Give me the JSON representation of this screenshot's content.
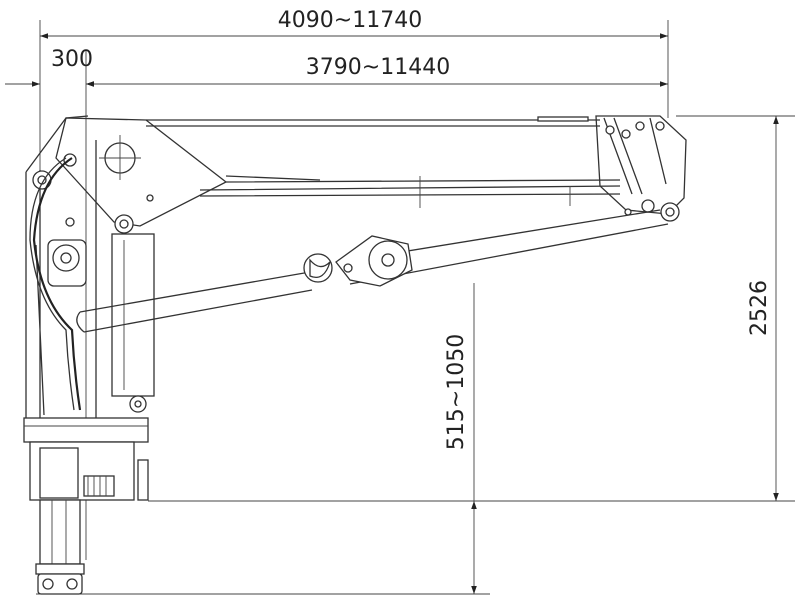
{
  "dimensions": {
    "overall_reach": "4090~11740",
    "boom_reach": "3790~11440",
    "column_offset": "300",
    "max_height": "2526",
    "base_height": "515~1050"
  },
  "colors": {
    "line": "#333333",
    "background": "#ffffff",
    "text": "#222222"
  }
}
